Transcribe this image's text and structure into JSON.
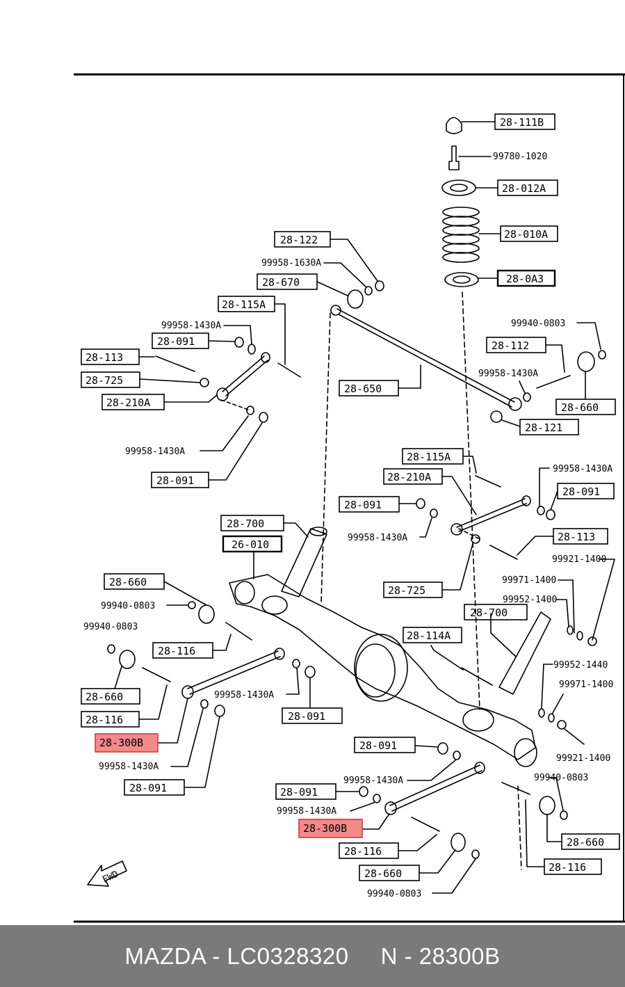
{
  "diagram": {
    "labels": {
      "l_28_111B": "28-111B",
      "l_99780_1020": "99780-1020",
      "l_28_012A": "28-012A",
      "l_28_010A": "28-010A",
      "l_28_0A3": "28-0A3",
      "l_28_122": "28-122",
      "l_99958_1630A": "99958-1630A",
      "l_28_670": "28-670",
      "l_28_115A_top": "28-115A",
      "l_99958_1430A_a": "99958-1430A",
      "l_28_091_a": "28-091",
      "l_28_113_left": "28-113",
      "l_28_725_left": "28-725",
      "l_28_210A_left": "28-210A",
      "l_99958_1430A_b": "99958-1430A",
      "l_28_091_b": "28-091",
      "l_99940_0803_a": "99940-0803",
      "l_28_112": "28-112",
      "l_99958_1430A_c": "99958-1430A",
      "l_28_660_a": "28-660",
      "l_28_650": "28-650",
      "l_28_121": "28-121",
      "l_28_115A_mid": "28-115A",
      "l_28_210A_mid": "28-210A",
      "l_99958_1430A_d": "99958-1430A",
      "l_28_091_c": "28-091",
      "l_28_091_d": "28-091",
      "l_99958_1430A_e": "99958-1430A",
      "l_28_113_right": "28-113",
      "l_28_700_a": "28-700",
      "l_26_010": "26-010",
      "l_99921_1400_a": "99921-1400",
      "l_99971_1400_a": "99971-1400",
      "l_28_725_right": "28-725",
      "l_28_660_b": "28-660",
      "l_99952_1400": "99952-1400",
      "l_99940_0803_b": "99940-0803",
      "l_28_700_b": "28-700",
      "l_99940_0803_c": "99940-0803",
      "l_28_116_a": "28-116",
      "l_28_114A": "28-114A",
      "l_99952_1440": "99952-1440",
      "l_99971_1400_b": "99971-1400",
      "l_28_660_c": "28-660",
      "l_99958_1430A_f": "99958-1430A",
      "l_28_116_b": "28-116",
      "l_28_091_e": "28-091",
      "l_28_300B_a": "28-300B",
      "l_99921_1400_b": "99921-1400",
      "l_28_091_f": "28-091",
      "l_99958_1430A_g": "99958-1430A",
      "l_28_091_g": "28-091",
      "l_99958_1430A_h": "99958-1430A",
      "l_99940_0803_d": "99940-0803",
      "l_28_091_h": "28-091",
      "l_99958_1430A_i": "99958-1430A",
      "l_28_300B_b": "28-300B",
      "l_28_660_d": "28-660",
      "l_28_116_c": "28-116",
      "l_28_660_e": "28-660",
      "l_28_116_d": "28-116",
      "l_99940_0803_e": "99940-0803",
      "l_fwd": "FWD"
    },
    "highlight_color": "#f28a8a"
  },
  "footer": {
    "brand_part": "MAZDA - LC0328320",
    "oem_part": "N - 28300B",
    "background": "#7a7a7a"
  }
}
